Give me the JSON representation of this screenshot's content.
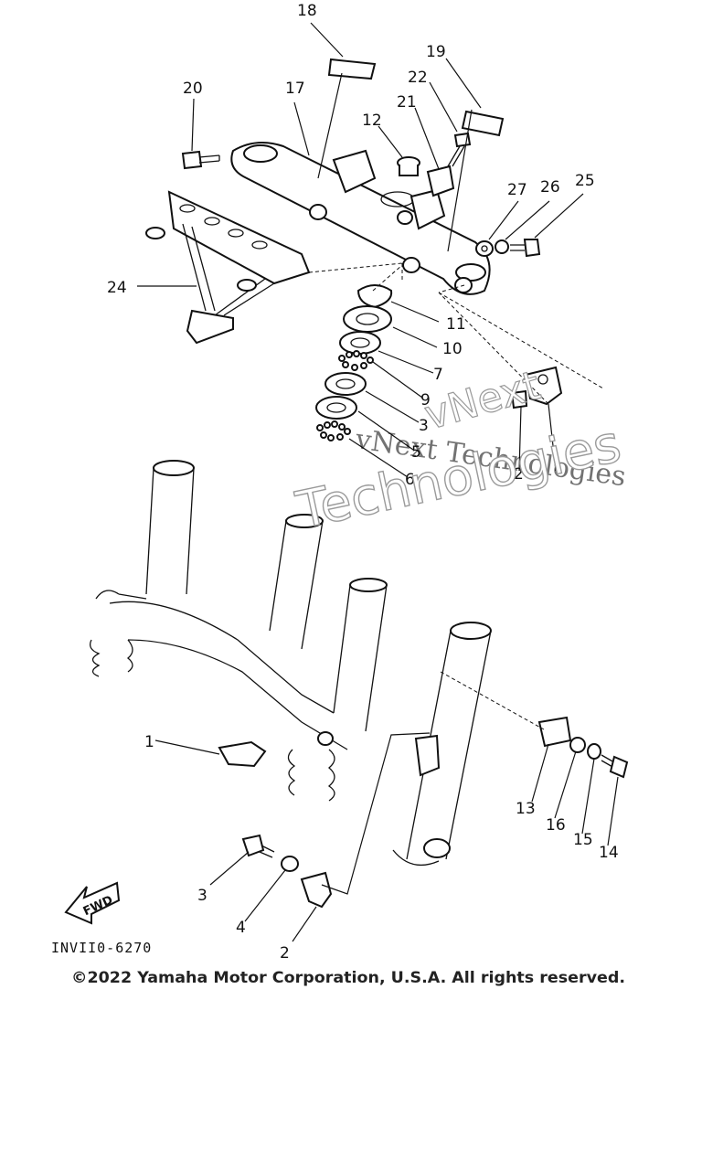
{
  "diagram": {
    "callouts": [
      "18",
      "19",
      "22",
      "21",
      "20",
      "17",
      "12",
      "27",
      "26",
      "25",
      "24",
      "11",
      "10",
      "7",
      "9",
      "3",
      "5",
      "6",
      "2",
      "1",
      "13",
      "16",
      "15",
      "14",
      "3",
      "4",
      "2"
    ],
    "fwd_label": "FWD",
    "drawing_code": "INVII0-6270",
    "copyright": "©2022 Yamaha Motor Corporation, U.S.A. All rights reserved.",
    "watermark": {
      "line1": "vNext Technologies",
      "line2": "Technologies",
      "line3": "vNext"
    }
  }
}
